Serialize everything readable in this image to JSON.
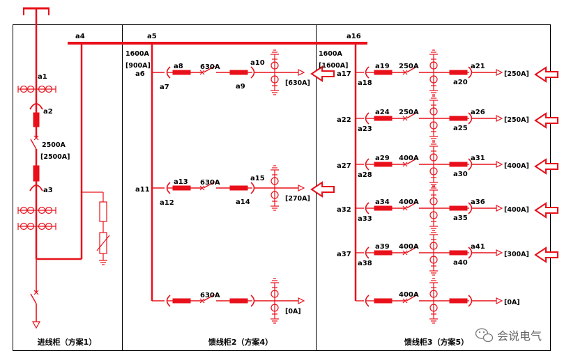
{
  "bus": {
    "incoming_tap": "a4",
    "feeder2_tap": "a5",
    "feeder3_tap": "a16"
  },
  "incoming": {
    "label": "进线柜（方案1）",
    "ct": "a1",
    "upper_contact": "a2",
    "breaker_rating": "2500A",
    "breaker_current": "[2500A]",
    "lower_contact": "a3"
  },
  "feeder2": {
    "label": "馈线柜2（方案4）",
    "rating": "1600A",
    "current": "[900A]",
    "rows": [
      {
        "tap": "a6",
        "in_contact": "a7",
        "in_breaker": "a8",
        "rating": "630A",
        "out_breaker": "a9",
        "earth_switch": "a10",
        "current": "[630A]",
        "load_marker": true
      },
      {
        "tap": "a11",
        "in_contact": "a12",
        "in_breaker": "a13",
        "rating": "630A",
        "out_breaker": "a14",
        "earth_switch": "a15",
        "current": "[270A]",
        "load_marker": true
      },
      {
        "rating": "630A",
        "current": "[0A]",
        "load_marker": false
      }
    ]
  },
  "feeder3": {
    "label": "馈线柜3（方案5）",
    "rating": "1600A",
    "current": "[1600A]",
    "rows": [
      {
        "tap": "a17",
        "in_contact": "a18",
        "in_breaker": "a19",
        "rating": "250A",
        "out_breaker": "a20",
        "out_contact": "a21",
        "current": "[250A]",
        "load_marker": true
      },
      {
        "tap": "a22",
        "in_contact": "a23",
        "in_breaker": "a24",
        "rating": "250A",
        "out_breaker": "a25",
        "out_contact": "a26",
        "current": "[250A]",
        "load_marker": true
      },
      {
        "tap": "a27",
        "in_contact": "a28",
        "in_breaker": "a29",
        "rating": "400A",
        "out_breaker": "a30",
        "out_contact": "a31",
        "current": "[400A]",
        "load_marker": true
      },
      {
        "tap": "a32",
        "in_contact": "a33",
        "in_breaker": "a34",
        "rating": "400A",
        "out_breaker": "a35",
        "out_contact": "a36",
        "current": "[400A]",
        "load_marker": true
      },
      {
        "tap": "a37",
        "in_contact": "a38",
        "in_breaker": "a39",
        "rating": "400A",
        "out_breaker": "a40",
        "out_contact": "a41",
        "current": "[300A]",
        "load_marker": true
      },
      {
        "rating": "400A",
        "current": "[0A]",
        "load_marker": false
      }
    ]
  },
  "watermark": {
    "text": "会说电气",
    "icon": "wechat-icon"
  },
  "colors": {
    "circuit": "#e8101a",
    "frame": "#000000",
    "text": "#000000",
    "watermark": "#666666"
  }
}
